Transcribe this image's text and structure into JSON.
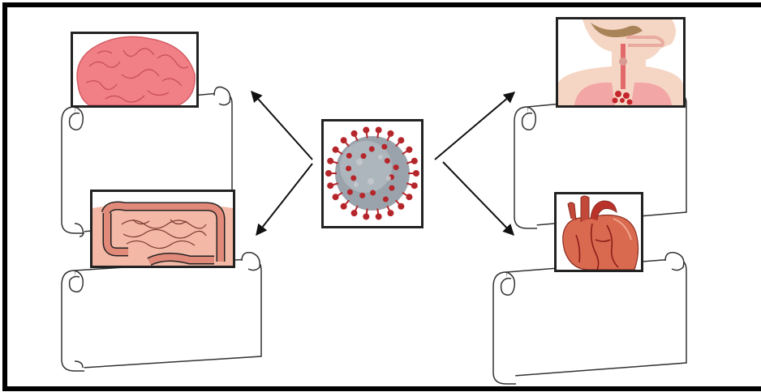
{
  "diagram": {
    "center": {
      "icon": "coronavirus-icon"
    },
    "organs": [
      {
        "icon": "brain-icon",
        "position": "top-left"
      },
      {
        "icon": "intestines-icon",
        "position": "bottom-left"
      },
      {
        "icon": "lungs-airway-icon",
        "position": "top-right"
      },
      {
        "icon": "heart-icon",
        "position": "bottom-right"
      }
    ],
    "scrolls": [
      {
        "name": "scroll-brain",
        "text": ""
      },
      {
        "name": "scroll-intestines",
        "text": ""
      },
      {
        "name": "scroll-lungs",
        "text": ""
      },
      {
        "name": "scroll-heart",
        "text": ""
      }
    ],
    "colors": {
      "frame": "#000000",
      "border": "#222222",
      "brain": "#f07f86",
      "intestine": "#e28a7a",
      "heart": "#c2483a",
      "virus_spike": "#b5262b",
      "virus_body": "#9aa3ab",
      "skin": "#f5d6c4"
    }
  }
}
